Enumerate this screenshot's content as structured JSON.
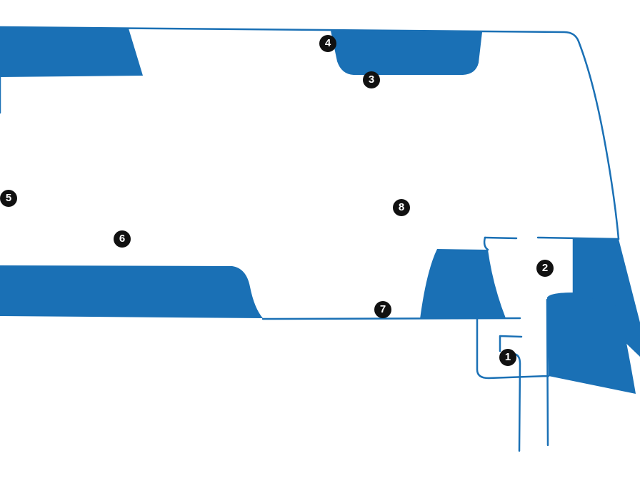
{
  "colors": {
    "shade": "#1a70b5",
    "outline": "#1a70b5",
    "callout_fill": "#111111",
    "callout_text": "#ffffff"
  },
  "callouts": [
    {
      "label": "1"
    },
    {
      "label": "2"
    },
    {
      "label": "3"
    },
    {
      "label": "4"
    },
    {
      "label": "5"
    },
    {
      "label": "6"
    },
    {
      "label": "7"
    },
    {
      "label": "8"
    }
  ]
}
